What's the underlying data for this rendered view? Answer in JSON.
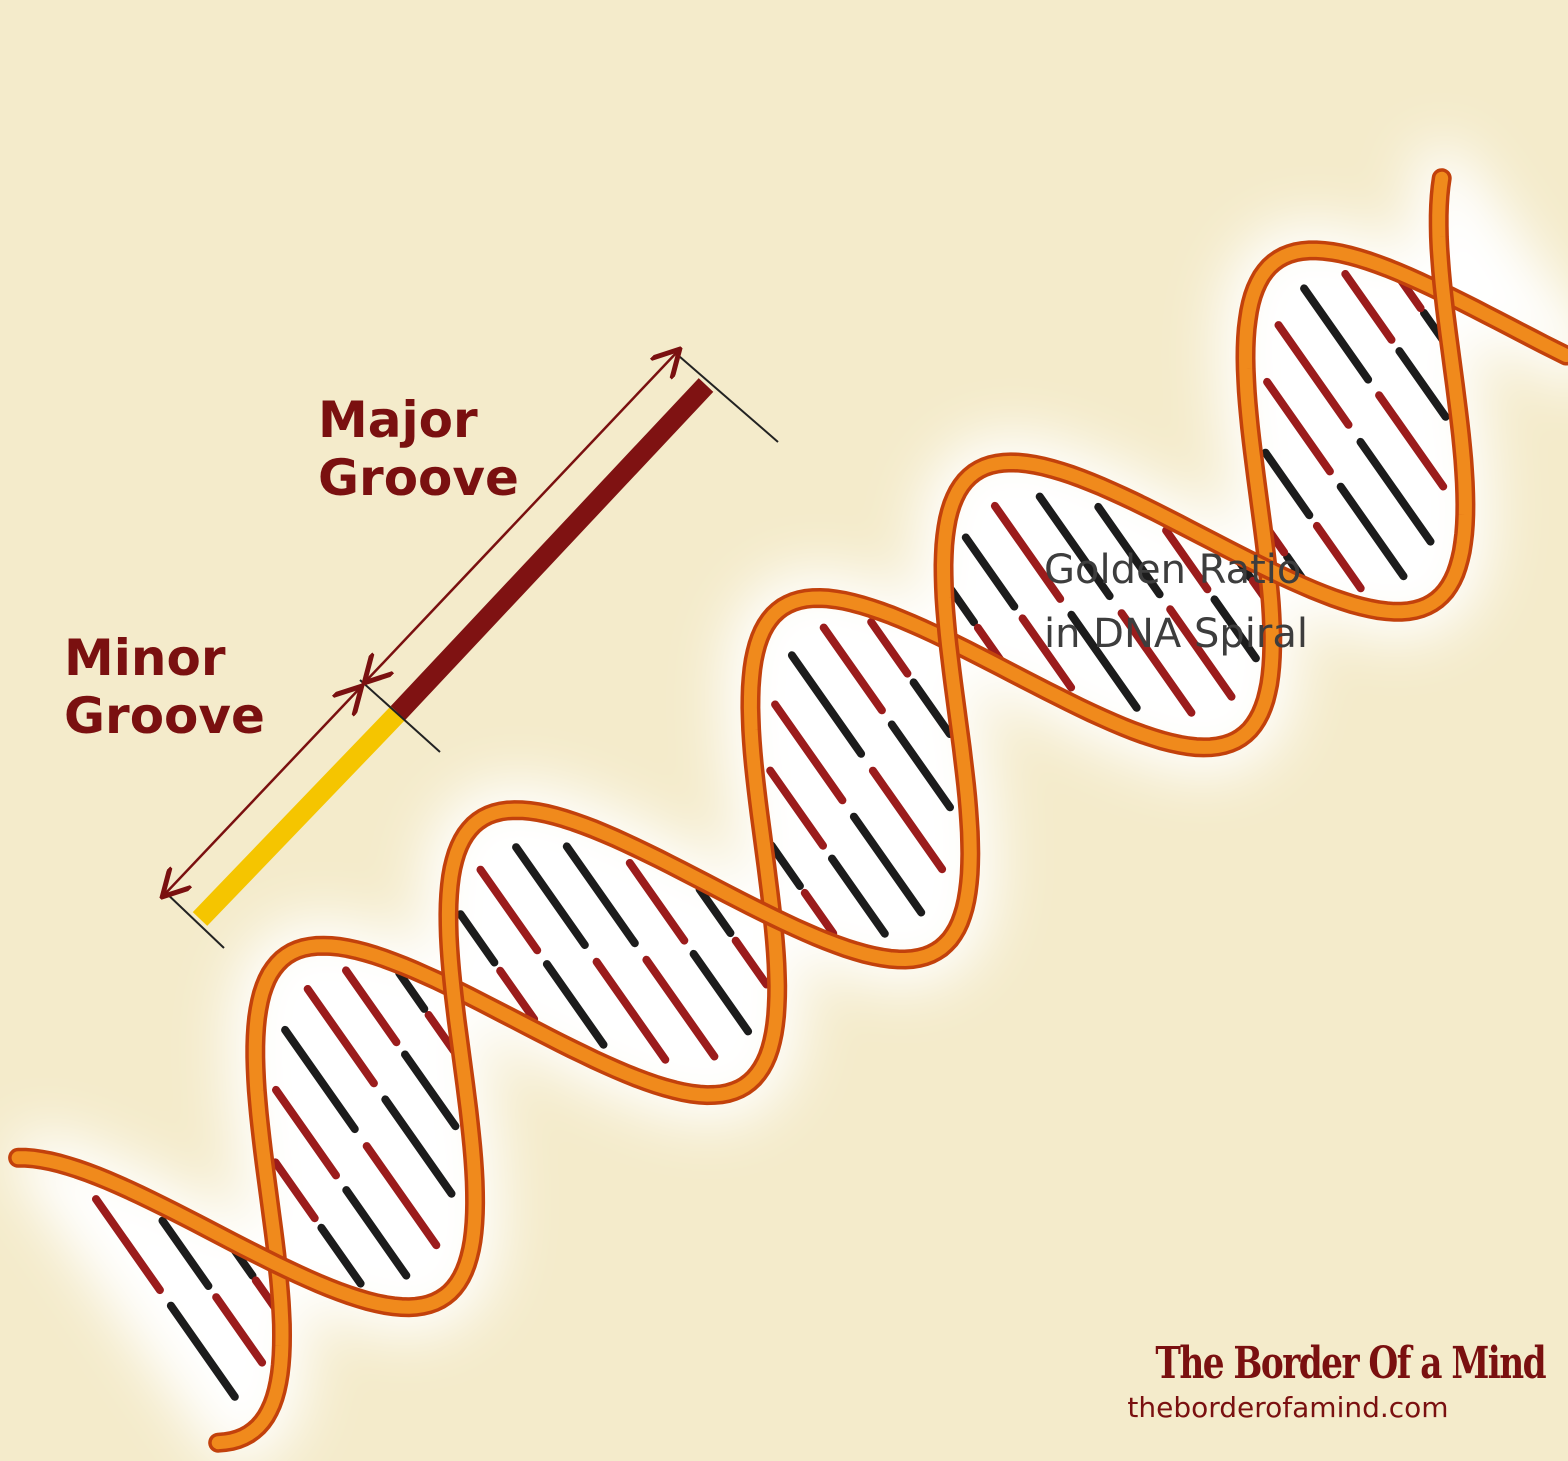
{
  "labels": {
    "major_line1": "Major",
    "major_line2": "Groove",
    "minor_line1": "Minor",
    "minor_line2": "Groove",
    "caption_line1": "Golden Ratio",
    "caption_line2": "in DNA Spiral"
  },
  "brand": {
    "name": "The Border Of a Mind",
    "url": "theborderofamind.com"
  },
  "colors": {
    "background": "#f4ebcb",
    "label_dark_red": "#7a1010",
    "caption_gray": "#3d3d3d",
    "backbone_orange": "#f08a1c",
    "backbone_dark": "#c2410c",
    "major_bar": "#7f1212",
    "minor_bar": "#f5c500",
    "base_dark": "#1c1c1c",
    "base_red": "#9b1c1c"
  },
  "icons": [
    "dna-double-helix-illustration",
    "double-arrow-icon"
  ]
}
